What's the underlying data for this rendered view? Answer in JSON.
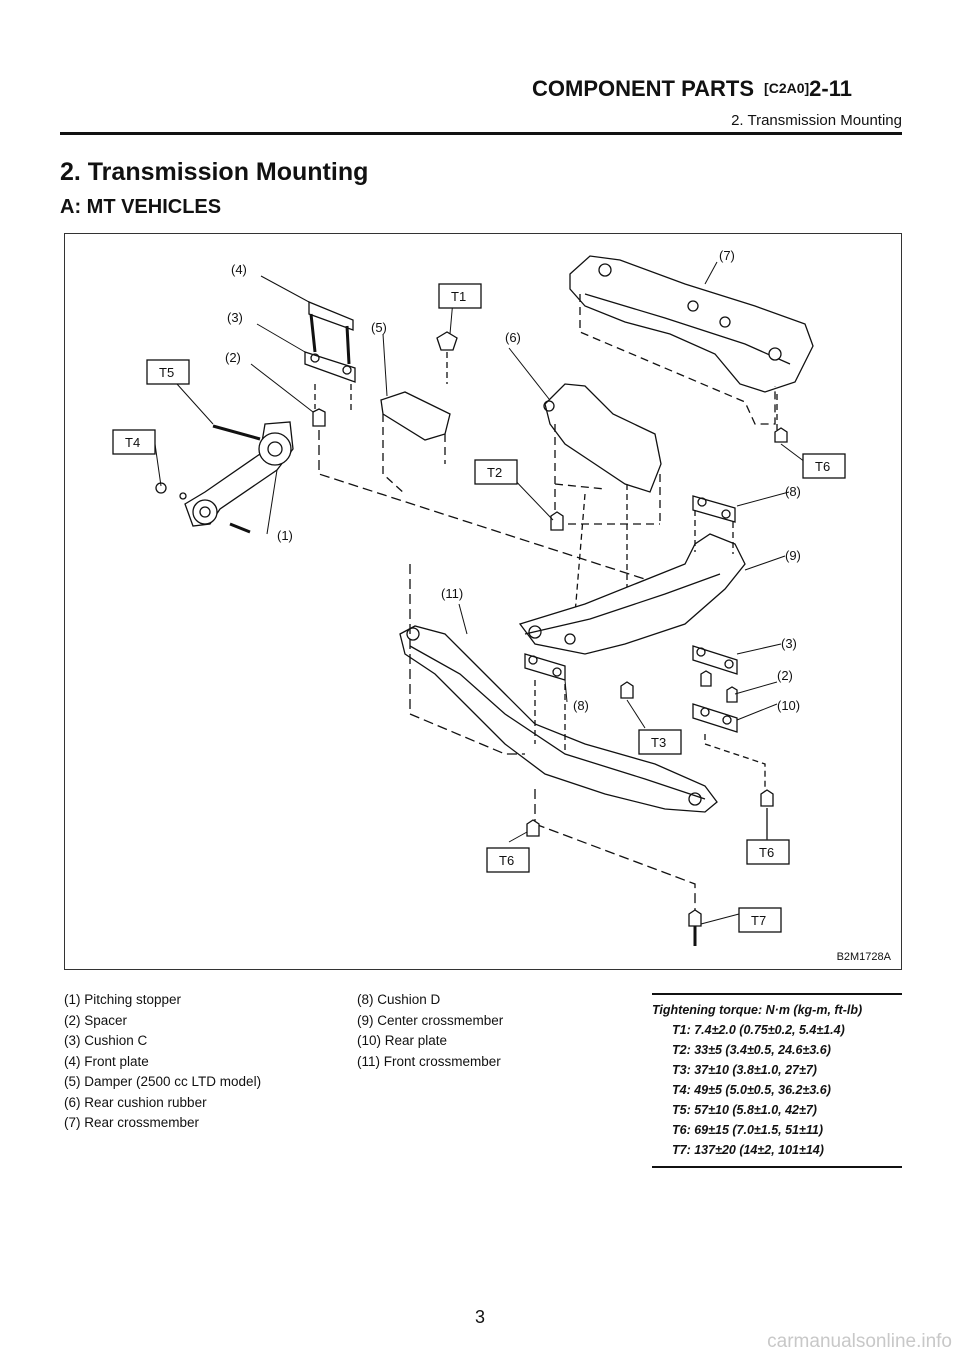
{
  "header": {
    "title": "COMPONENT PARTS",
    "code": "[C2A0]",
    "page_ref": "2-11",
    "subtitle": "2. Transmission Mounting"
  },
  "section_title": "2. Transmission Mounting",
  "subsection_title": "A: MT VEHICLES",
  "figure": {
    "id": "B2M1728A",
    "callouts": {
      "c1": "(1)",
      "c2": "(2)",
      "c3": "(3)",
      "c4": "(4)",
      "c5": "(5)",
      "c6": "(6)",
      "c7": "(7)",
      "c8": "(8)",
      "c9": "(9)",
      "c10": "(10)",
      "c11": "(11)"
    },
    "torque_tags": {
      "T1": "T1",
      "T2": "T2",
      "T3": "T3",
      "T4": "T4",
      "T5": "T5",
      "T6": "T6",
      "T7": "T7"
    }
  },
  "legend": {
    "left": [
      "(1) Pitching stopper",
      "(2) Spacer",
      "(3) Cushion C",
      "(4) Front plate",
      "(5) Damper (2500 cc LTD model)",
      "(6) Rear cushion rubber",
      "(7) Rear crossmember"
    ],
    "right": [
      "(8) Cushion D",
      "(9) Center crossmember",
      "(10) Rear plate",
      "(11) Front crossmember"
    ]
  },
  "torque": {
    "heading": "Tightening torque: N·m (kg-m, ft-lb)",
    "rows": [
      "T1: 7.4±2.0 (0.75±0.2, 5.4±1.4)",
      "T2: 33±5 (3.4±0.5, 24.6±3.6)",
      "T3: 37±10 (3.8±1.0, 27±7)",
      "T4: 49±5 (5.0±0.5, 36.2±3.6)",
      "T5: 57±10 (5.8±1.0, 42±7)",
      "T6: 69±15 (7.0±1.5, 51±11)",
      "T7: 137±20 (14±2, 101±14)"
    ]
  },
  "page_number": "3",
  "watermark": "carmanualsonline.info"
}
